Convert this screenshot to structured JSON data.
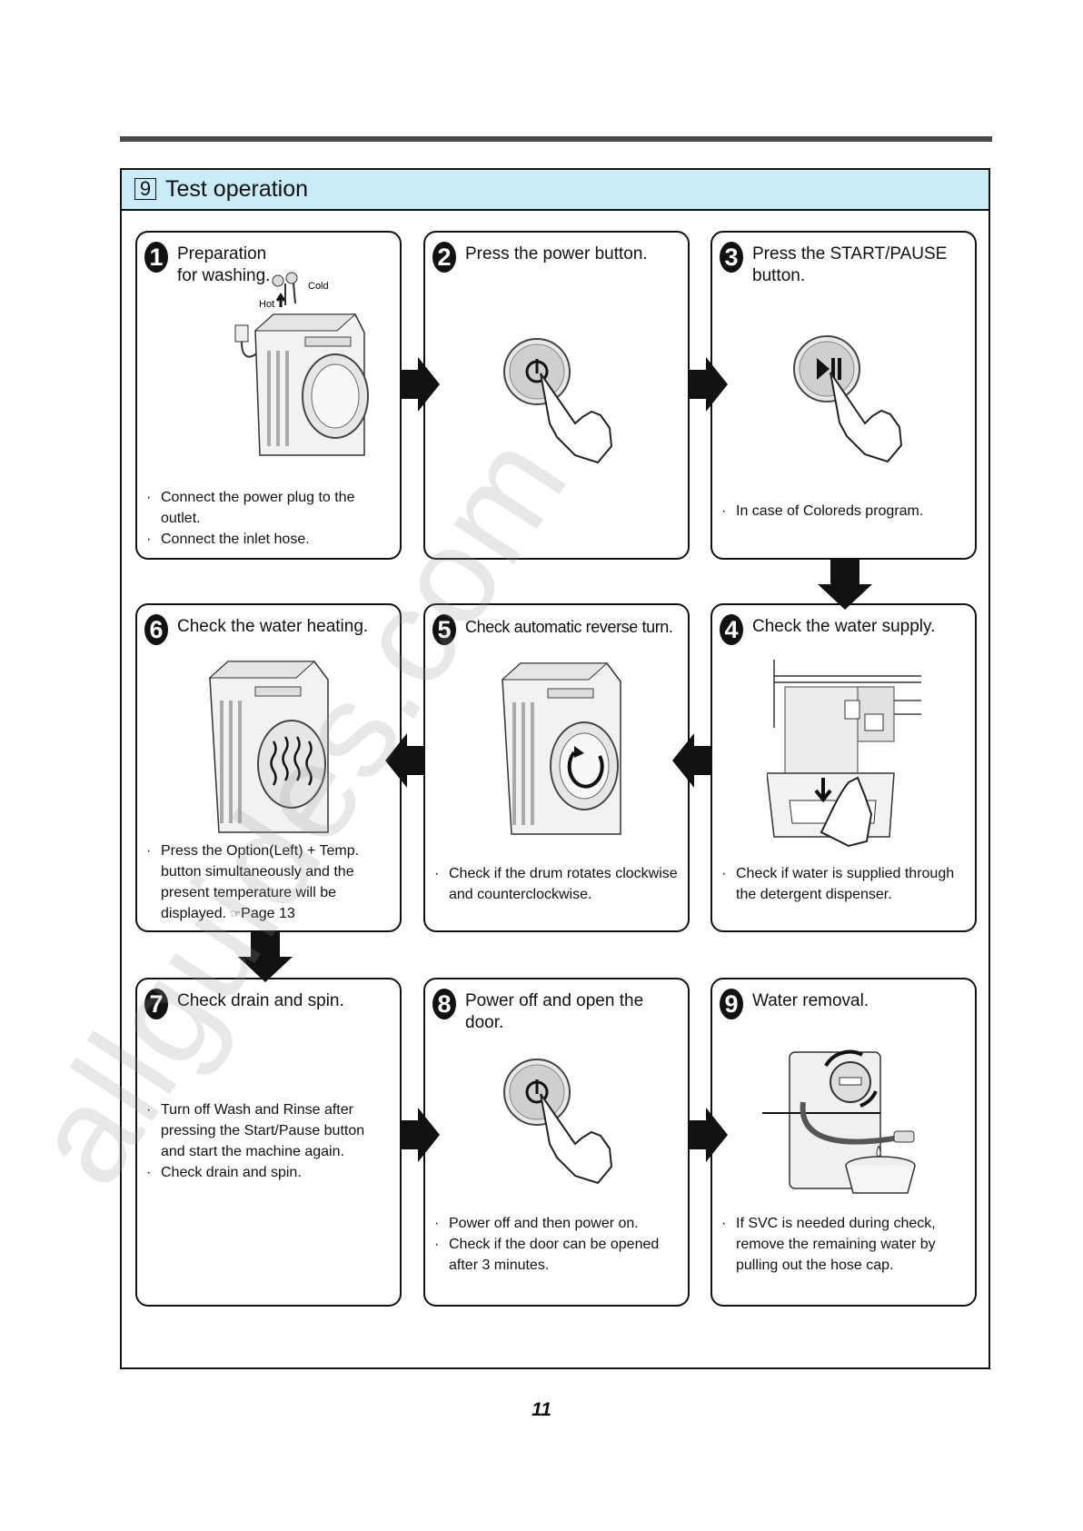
{
  "section": {
    "number": "9",
    "title": "Test operation"
  },
  "steps": [
    {
      "number": "1",
      "title": "Preparation for washing.",
      "bullets": [
        "Connect the power plug to the outlet.",
        "Connect the inlet hose."
      ],
      "labels": {
        "hot": "Hot",
        "cold": "Cold"
      }
    },
    {
      "number": "2",
      "title": "Press the power button.",
      "bullets": []
    },
    {
      "number": "3",
      "title": "Press the START/PAUSE button.",
      "bullets": [
        "In case of Coloreds program."
      ]
    },
    {
      "number": "4",
      "title": "Check the water supply.",
      "bullets": [
        "Check if water is supplied through the detergent dispenser."
      ]
    },
    {
      "number": "5",
      "title": "Check automatic reverse turn.",
      "bullets": [
        "Check if the drum rotates clockwise and  counterclockwise."
      ]
    },
    {
      "number": "6",
      "title": "Check the water heating.",
      "bullets": [
        "Press the Option(Left) + Temp. button simultaneously and the present temperature will be displayed."
      ],
      "ref": "Page 13"
    },
    {
      "number": "7",
      "title": "Check drain and spin.",
      "bullets": [
        "Turn off Wash and Rinse after pressing the Start/Pause button and start the machine again.",
        "Check drain and spin."
      ]
    },
    {
      "number": "8",
      "title": "Power off and open the door.",
      "bullets": [
        "Power off and then power on.",
        "Check if the door can be opened after 3 minutes."
      ]
    },
    {
      "number": "9",
      "title": "Water removal.",
      "bullets": [
        "If SVC is needed during  check, remove the remaining water by pulling out the hose cap."
      ]
    }
  ],
  "watermark": "allguides.com",
  "page_number": "11"
}
